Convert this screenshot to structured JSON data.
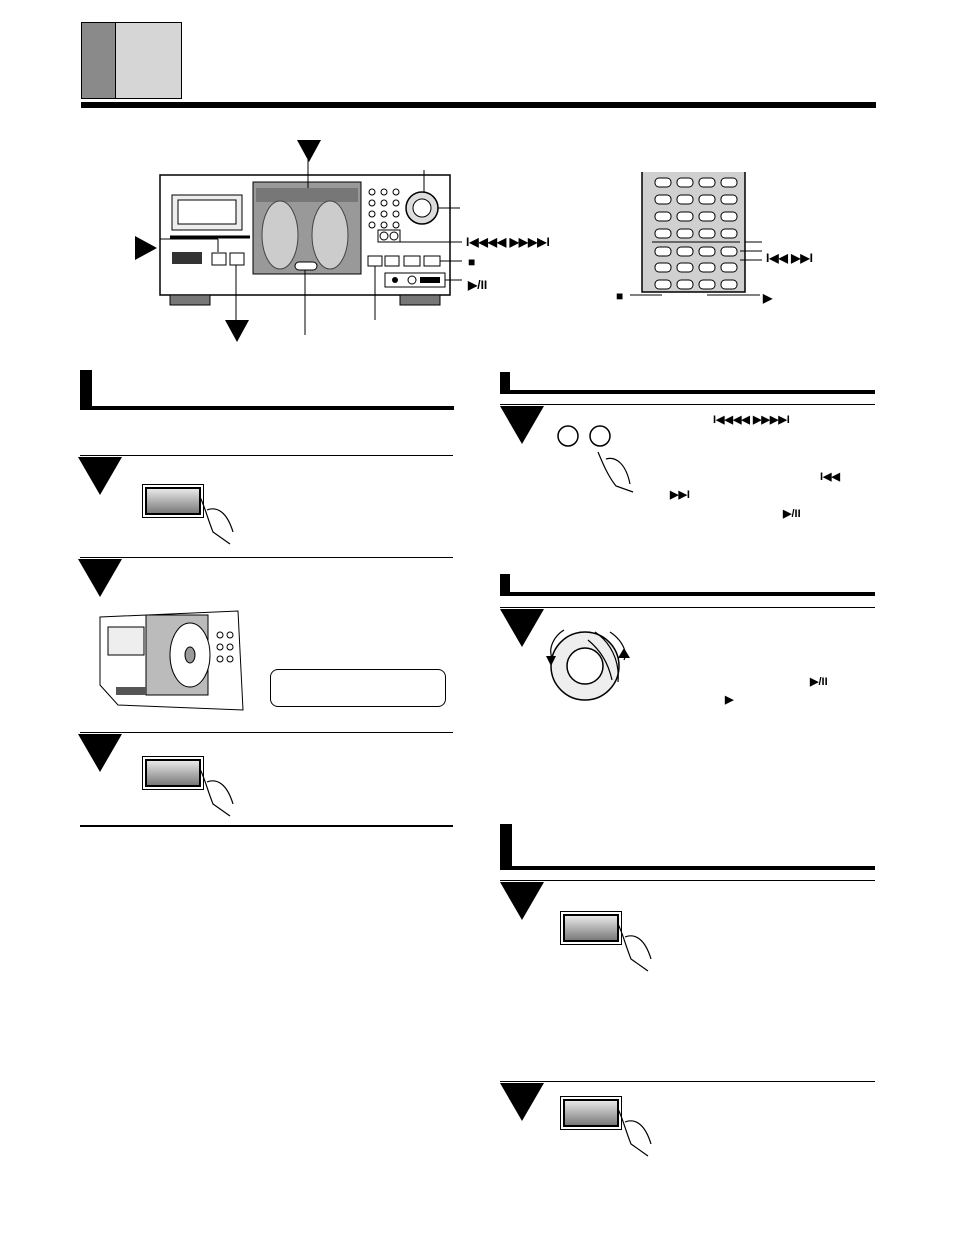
{
  "header": {
    "dark_tab_color": "#8a8a8a",
    "light_tab_color": "#d6d6d6"
  },
  "diagram_labels": {
    "skip_search": "I◀◀◀◀ ▶▶▶▶I",
    "stop": "■",
    "play_pause": "▶/II",
    "remote_skip": "I◀◀ ▶▶I",
    "remote_stop": "■",
    "remote_play": "▶"
  },
  "sections": {
    "skip_text": "I◀◀◀◀ ▶▶▶▶I",
    "skip_prev": "I◀◀",
    "skip_next": "▶▶I",
    "skip_playpause": "▶/II",
    "dial_playpause": "▶/II",
    "dial_play": "▶"
  }
}
